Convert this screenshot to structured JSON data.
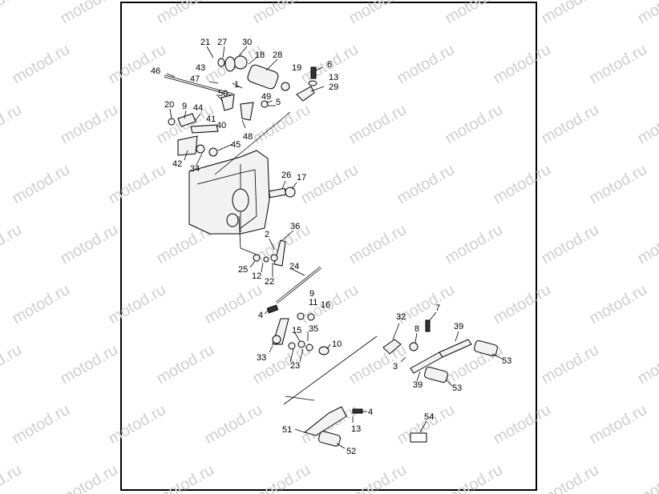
{
  "watermark": {
    "text": "motod.ru"
  },
  "callouts": [
    {
      "id": "c21",
      "text": "21"
    },
    {
      "id": "c27",
      "text": "27"
    },
    {
      "id": "c30",
      "text": "30"
    },
    {
      "id": "c43",
      "text": "43"
    },
    {
      "id": "c18",
      "text": "18"
    },
    {
      "id": "c28",
      "text": "28"
    },
    {
      "id": "c19",
      "text": "19"
    },
    {
      "id": "c6",
      "text": "6"
    },
    {
      "id": "c46",
      "text": "46"
    },
    {
      "id": "c47",
      "text": "47"
    },
    {
      "id": "c1",
      "text": "1"
    },
    {
      "id": "c13a",
      "text": "13"
    },
    {
      "id": "c29",
      "text": "29"
    },
    {
      "id": "c50",
      "text": "50"
    },
    {
      "id": "c49",
      "text": "49"
    },
    {
      "id": "c5",
      "text": "5"
    },
    {
      "id": "c20",
      "text": "20"
    },
    {
      "id": "c9a",
      "text": "9"
    },
    {
      "id": "c44",
      "text": "44"
    },
    {
      "id": "c41",
      "text": "41"
    },
    {
      "id": "c40",
      "text": "40"
    },
    {
      "id": "c48",
      "text": "48"
    },
    {
      "id": "c45",
      "text": "45"
    },
    {
      "id": "c42",
      "text": "42"
    },
    {
      "id": "c34",
      "text": "34"
    },
    {
      "id": "c26",
      "text": "26"
    },
    {
      "id": "c17",
      "text": "17"
    },
    {
      "id": "c2",
      "text": "2"
    },
    {
      "id": "c36",
      "text": "36"
    },
    {
      "id": "c25",
      "text": "25"
    },
    {
      "id": "c12",
      "text": "12"
    },
    {
      "id": "c22",
      "text": "22"
    },
    {
      "id": "c24",
      "text": "24"
    },
    {
      "id": "c9b",
      "text": "9"
    },
    {
      "id": "c11",
      "text": "11"
    },
    {
      "id": "c16",
      "text": "16"
    },
    {
      "id": "c4a",
      "text": "4"
    },
    {
      "id": "c15",
      "text": "15"
    },
    {
      "id": "c35",
      "text": "35"
    },
    {
      "id": "c10",
      "text": "10"
    },
    {
      "id": "c33",
      "text": "33"
    },
    {
      "id": "c23",
      "text": "23"
    },
    {
      "id": "c32",
      "text": "32"
    },
    {
      "id": "c7",
      "text": "7"
    },
    {
      "id": "c8",
      "text": "8"
    },
    {
      "id": "c39a",
      "text": "39"
    },
    {
      "id": "c3",
      "text": "3"
    },
    {
      "id": "c39b",
      "text": "39"
    },
    {
      "id": "c53a",
      "text": "53"
    },
    {
      "id": "c53b",
      "text": "53"
    },
    {
      "id": "c54",
      "text": "54"
    },
    {
      "id": "c4b",
      "text": "4"
    },
    {
      "id": "c51",
      "text": "51"
    },
    {
      "id": "c13b",
      "text": "13"
    },
    {
      "id": "c52",
      "text": "52"
    }
  ]
}
